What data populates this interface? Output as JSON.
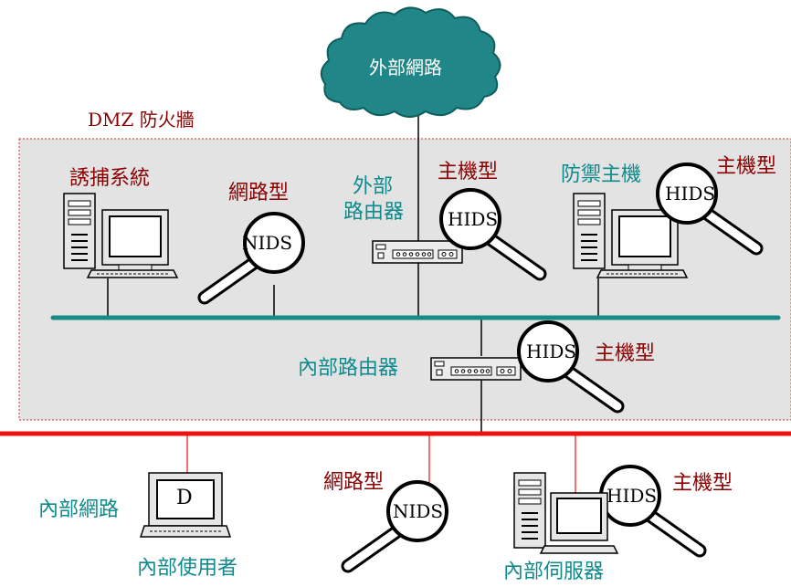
{
  "colors": {
    "teal": "#0f8a8c",
    "dark_red": "#8b0000",
    "red_line": "#ee1111",
    "cloud_fill": "#218687",
    "dmz_fill": "#e3e3e3"
  },
  "cloud": {
    "label": "外部網路",
    "icon": "cloud-icon"
  },
  "dmz": {
    "label": "DMZ 防火牆"
  },
  "honeypot": {
    "label": "誘捕系統",
    "icon": "desktop-computer-icon"
  },
  "dmz_nids": {
    "type_label": "網路型",
    "badge": "NIDS",
    "icon": "magnifier-icon"
  },
  "external_router": {
    "label_line1": "外部",
    "label_line2": "路由器",
    "icon": "router-icon"
  },
  "external_router_hids": {
    "type_label": "主機型",
    "badge": "HIDS",
    "icon": "magnifier-icon"
  },
  "bastion": {
    "label": "防禦主機",
    "icon": "desktop-computer-icon"
  },
  "bastion_hids": {
    "type_label": "主機型",
    "badge": "HIDS",
    "icon": "magnifier-icon"
  },
  "internal_router": {
    "label": "內部路由器",
    "icon": "router-icon"
  },
  "internal_router_hids": {
    "type_label": "主機型",
    "badge": "HIDS",
    "icon": "magnifier-icon"
  },
  "internal_network": {
    "label": "內部網路"
  },
  "internal_user": {
    "label": "內部使用者",
    "screen_letter": "D",
    "icon": "terminal-icon"
  },
  "internal_nids": {
    "type_label": "網路型",
    "badge": "NIDS",
    "icon": "magnifier-icon"
  },
  "internal_server": {
    "label": "內部伺服器",
    "icon": "server-computer-icon"
  },
  "internal_server_hids": {
    "type_label": "主機型",
    "badge": "HIDS",
    "icon": "magnifier-icon"
  }
}
